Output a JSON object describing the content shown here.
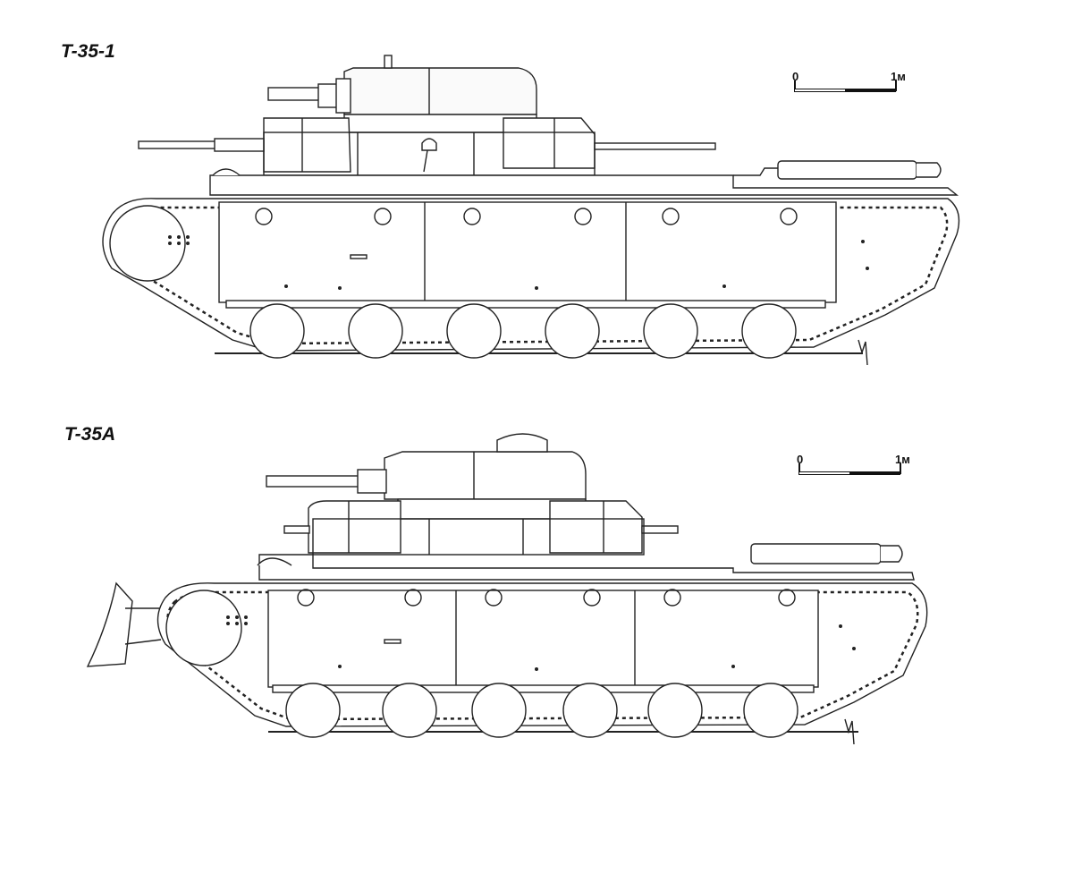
{
  "drawings": [
    {
      "title": "T-35-1",
      "scale": {
        "start_label": "0",
        "end_label": "1м"
      }
    },
    {
      "title": "T-35A",
      "scale": {
        "start_label": "0",
        "end_label": "1м"
      }
    }
  ]
}
